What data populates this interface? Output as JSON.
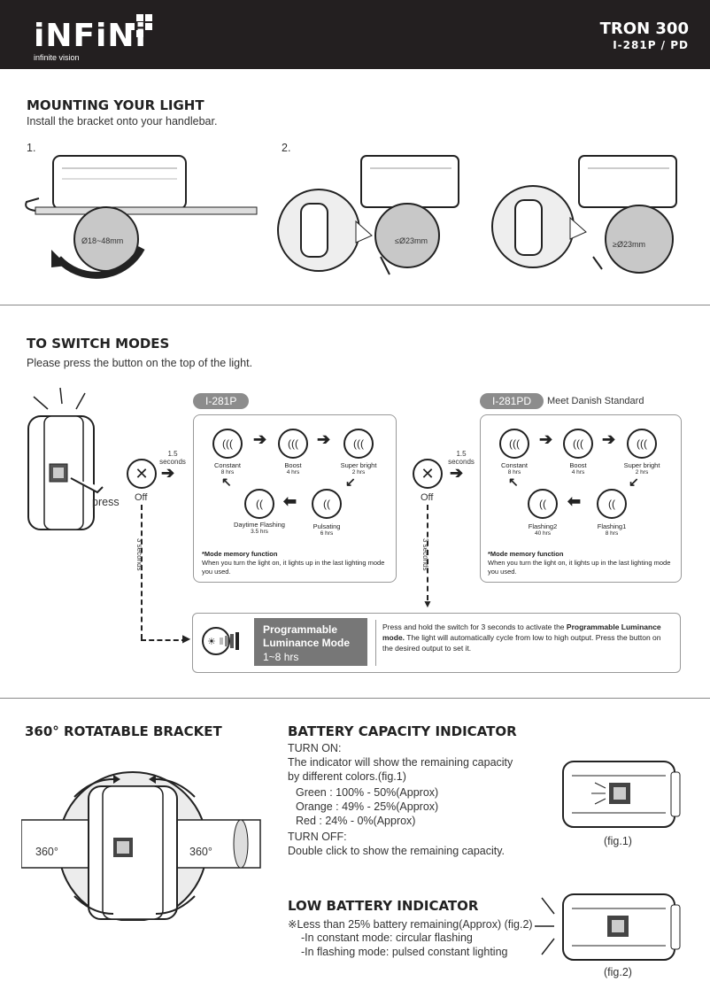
{
  "header": {
    "brand": "iNFiNi",
    "brand_sub": "infinite vision",
    "product_name": "TRON 300",
    "product_model": "I-281P / PD"
  },
  "mounting": {
    "title": "MOUNTING YOUR LIGHT",
    "subtitle": "Install the bracket onto your handlebar.",
    "step1": "1.",
    "step2": "2.",
    "size1": "Ø18~48mm",
    "size2": "≤Ø23mm",
    "size3": "≥Ø23mm"
  },
  "modes": {
    "title": "TO SWITCH MODES",
    "subtitle": "Please press the button on the top of the light.",
    "press": "press",
    "off": "Off",
    "hold_label": "1.5\nseconds",
    "hold_a": "1.5",
    "hold_b": "seconds",
    "three_sec": "3 seconds",
    "p_model": "I-281P",
    "pd_model": "I-281PD",
    "pd_note": "Meet Danish Standard",
    "p_modes": [
      {
        "name": "Constant",
        "hrs": "8 hrs"
      },
      {
        "name": "Boost",
        "hrs": "4 hrs"
      },
      {
        "name": "Super bright",
        "hrs": "2 hrs"
      },
      {
        "name": "Pulsating",
        "hrs": "6 hrs"
      },
      {
        "name": "Daytime Flashing",
        "hrs": "3.5 hrs"
      }
    ],
    "pd_modes": [
      {
        "name": "Constant",
        "hrs": "8 hrs"
      },
      {
        "name": "Boost",
        "hrs": "4 hrs"
      },
      {
        "name": "Super bright",
        "hrs": "2 hrs"
      },
      {
        "name": "Flashing1",
        "hrs": "8 hrs"
      },
      {
        "name": "Flashing2",
        "hrs": "40 hrs"
      }
    ],
    "memory_title": "*Mode memory function",
    "memory_text": "When you turn the light on, it lights up in the last lighting mode you used."
  },
  "plm": {
    "title1": "Programmable",
    "title2": "Luminance Mode",
    "hrs": "1~8 hrs",
    "desc_a": "Press and hold the switch for 3 seconds to activate the ",
    "desc_b": "Programmable Luminance mode.",
    "desc_c": "The light will automatically cycle from low to high output. Press the button on the desired output to set it."
  },
  "bracket": {
    "title": "360° ROTATABLE BRACKET",
    "left": "360°",
    "right": "360°"
  },
  "battery": {
    "title": "BATTERY CAPACITY INDICATOR",
    "turn_on": "TURN ON:",
    "desc1": "The indicator will show the remaining capacity",
    "desc2": "by different colors.(fig.1)",
    "green": "Green : 100% - 50%(Approx)",
    "orange": "Orange : 49% - 25%(Approx)",
    "red": "Red : 24% - 0%(Approx)",
    "turn_off": "TURN OFF:",
    "off_desc": "Double click to show the remaining capacity.",
    "fig1": "(fig.1)"
  },
  "low": {
    "title": "LOW BATTERY INDICATOR",
    "line1": "※Less than 25% battery remaining(Approx) (fig.2)",
    "line2": "-In constant mode: circular flashing",
    "line3": "-In flashing mode: pulsed constant lighting",
    "fig2": "(fig.2)"
  }
}
